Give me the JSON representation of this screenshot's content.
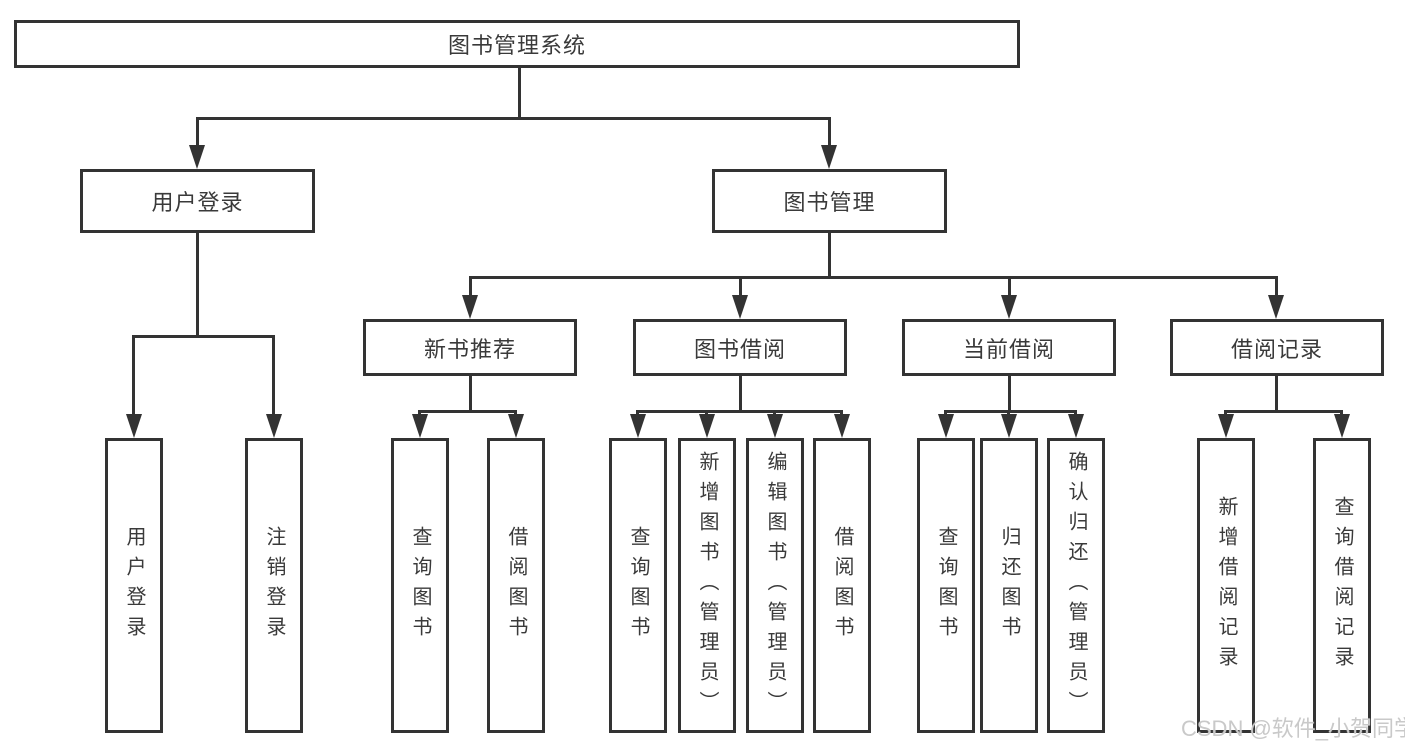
{
  "colors": {
    "background": "#ffffff",
    "line": "#333333",
    "text": "#3a3a3a",
    "watermark": "#c9c9c9"
  },
  "watermark": "CSDN @软件_小贺同学",
  "tree": {
    "root": {
      "label": "图书管理系统"
    },
    "branches": [
      {
        "label": "用户登录",
        "children": [
          {
            "label": "用户登录"
          },
          {
            "label": "注销登录"
          }
        ]
      },
      {
        "label": "图书管理",
        "children": [
          {
            "label": "新书推荐",
            "children": [
              {
                "label": "查询图书"
              },
              {
                "label": "借阅图书"
              }
            ]
          },
          {
            "label": "图书借阅",
            "children": [
              {
                "label": "查询图书"
              },
              {
                "label": "新增图书（管理员）"
              },
              {
                "label": "编辑图书（管理员）"
              },
              {
                "label": "借阅图书"
              }
            ]
          },
          {
            "label": "当前借阅",
            "children": [
              {
                "label": "查询图书"
              },
              {
                "label": "归还图书"
              },
              {
                "label": "确认归还（管理员）"
              }
            ]
          },
          {
            "label": "借阅记录",
            "children": [
              {
                "label": "新增借阅记录"
              },
              {
                "label": "查询借阅记录"
              }
            ]
          }
        ]
      }
    ]
  }
}
